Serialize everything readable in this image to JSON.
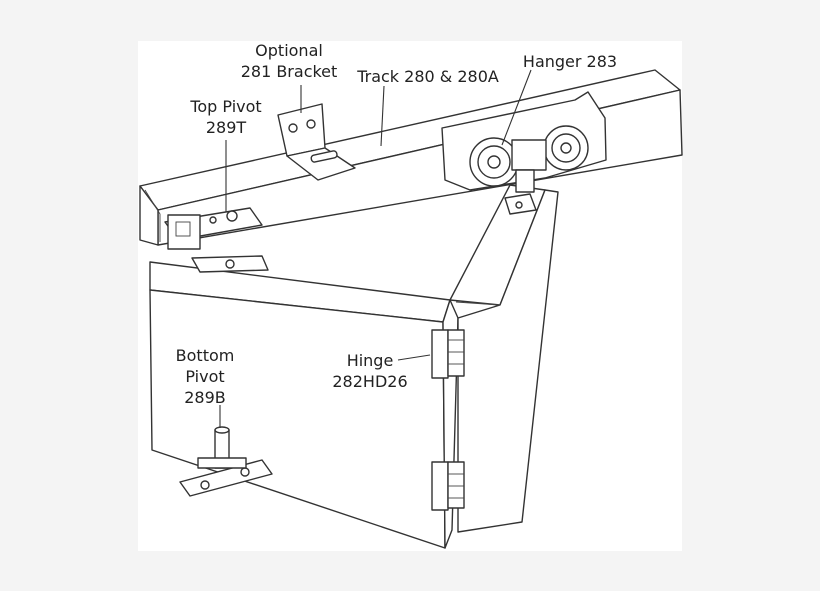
{
  "labels": {
    "optional_bracket": {
      "line1": "Optional",
      "line2": "281 Bracket"
    },
    "track": "Track 280 & 280A",
    "hanger": "Hanger 283",
    "top_pivot": {
      "line1": "Top Pivot",
      "line2": "289T"
    },
    "bottom_pivot": {
      "line1": "Bottom",
      "line2": "Pivot",
      "line3": "289B"
    },
    "hinge": {
      "line1": "Hinge",
      "line2": "282HD26"
    }
  },
  "colors": {
    "page_background": "#f4f4f4",
    "figure_background": "#ffffff",
    "line": "#333333"
  }
}
